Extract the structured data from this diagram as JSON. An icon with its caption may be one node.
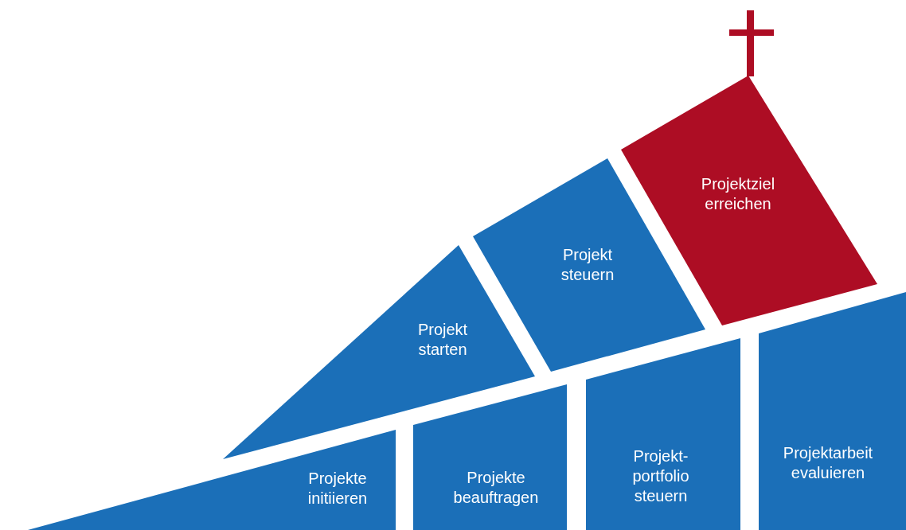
{
  "diagram": {
    "nodes": [
      {
        "text": [
          "Projektziel erreichen"
        ]
      },
      {
        "text": [
          "Projekt steuern"
        ]
      },
      {
        "text": [
          "Projekt starten"
        ]
      },
      {
        "text": [
          "Projekte initiieren"
        ]
      },
      {
        "text": [
          "Projekte beauftragen"
        ]
      },
      {
        "text": [
          "Projekt- portfolio steuern"
        ]
      },
      {
        "text": [
          "Projektarbeit evaluieren"
        ]
      }
    ],
    "edges": []
  }
}
